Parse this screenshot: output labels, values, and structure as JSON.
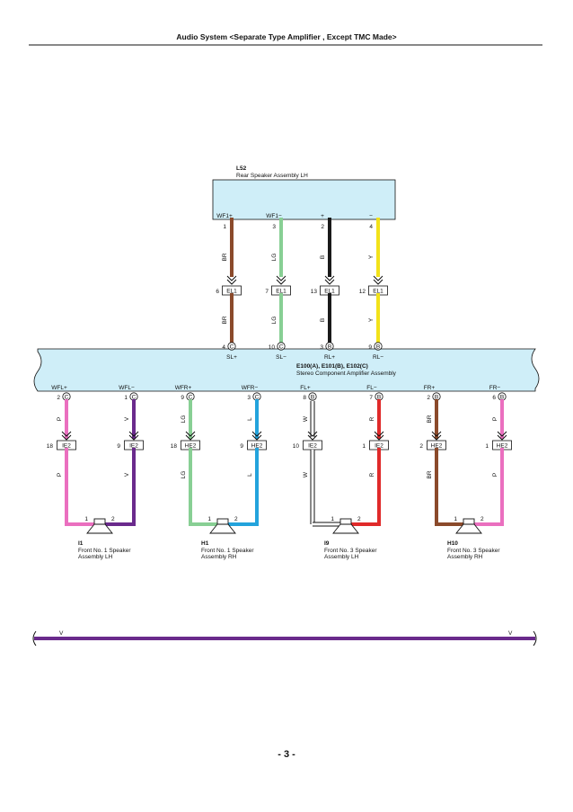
{
  "header": {
    "title": "Audio System <Separate Type Amplifier , Except TMC Made>"
  },
  "rear_speaker": {
    "code": "L52",
    "name": "Rear Speaker Assembly LH",
    "pins": [
      {
        "label": "WF1+",
        "num": "1",
        "color": "BR",
        "conn_pin": "6",
        "conn": "EL1",
        "amp_pin": "4",
        "amp_conn": "C",
        "amp_label": "SL+"
      },
      {
        "label": "WF1−",
        "num": "3",
        "color": "LG",
        "conn_pin": "7",
        "conn": "EL1",
        "amp_pin": "10",
        "amp_conn": "C",
        "amp_label": "SL−"
      },
      {
        "label": "+",
        "num": "2",
        "color": "B",
        "conn_pin": "13",
        "conn": "EL1",
        "amp_pin": "3",
        "amp_conn": "B",
        "amp_label": "RL+"
      },
      {
        "label": "−",
        "num": "4",
        "color": "Y",
        "conn_pin": "12",
        "conn": "EL1",
        "amp_pin": "9",
        "amp_conn": "B",
        "amp_label": "RL−"
      }
    ]
  },
  "amplifier": {
    "codes": "E100(A), E101(B), E102(C)",
    "name": "Stereo Component Amplifier Assembly",
    "outputs": [
      {
        "label": "WFL+",
        "pin": "2",
        "conn": "C",
        "color": "P",
        "conn_pin": "18",
        "conn_name": "IE2"
      },
      {
        "label": "WFL−",
        "pin": "1",
        "conn": "C",
        "color": "V",
        "conn_pin": "9",
        "conn_name": "IE2"
      },
      {
        "label": "WFR+",
        "pin": "9",
        "conn": "C",
        "color": "LG",
        "conn_pin": "18",
        "conn_name": "HE2"
      },
      {
        "label": "WFR−",
        "pin": "3",
        "conn": "C",
        "color": "L",
        "conn_pin": "9",
        "conn_name": "HE2"
      },
      {
        "label": "FL+",
        "pin": "8",
        "conn": "B",
        "color": "W",
        "conn_pin": "10",
        "conn_name": "IE2"
      },
      {
        "label": "FL−",
        "pin": "7",
        "conn": "B",
        "color": "R",
        "conn_pin": "1",
        "conn_name": "IE2"
      },
      {
        "label": "FR+",
        "pin": "2",
        "conn": "B",
        "color": "BR",
        "conn_pin": "2",
        "conn_name": "HE2"
      },
      {
        "label": "FR−",
        "pin": "6",
        "conn": "B",
        "color": "P",
        "conn_pin": "1",
        "conn_name": "HE2"
      }
    ]
  },
  "speakers": [
    {
      "code": "I1",
      "line1": "Front No. 1 Speaker",
      "line2": "Assembly LH",
      "pin1": "1",
      "pin2": "2"
    },
    {
      "code": "H1",
      "line1": "Front No. 1 Speaker",
      "line2": "Assembly RH",
      "pin1": "1",
      "pin2": "2"
    },
    {
      "code": "I9",
      "line1": "Front No. 3 Speaker",
      "line2": "Assembly LH",
      "pin1": "1",
      "pin2": "2"
    },
    {
      "code": "H10",
      "line1": "Front No. 3 Speaker",
      "line2": "Assembly RH",
      "pin1": "1",
      "pin2": "2"
    }
  ],
  "bottom_bus": {
    "left_label": "V",
    "right_label": "V"
  },
  "footer": {
    "page": "- 3 -"
  },
  "colors": {
    "box_fill": "#cfeef8",
    "BR": "#8b4a2b",
    "LG": "#88cf94",
    "B": "#1a1a1a",
    "Y": "#f2e21a",
    "P": "#ea6fbf",
    "V": "#6a2a8c",
    "L": "#23a3dc",
    "W": "#ffffff",
    "R": "#e02a2a"
  }
}
